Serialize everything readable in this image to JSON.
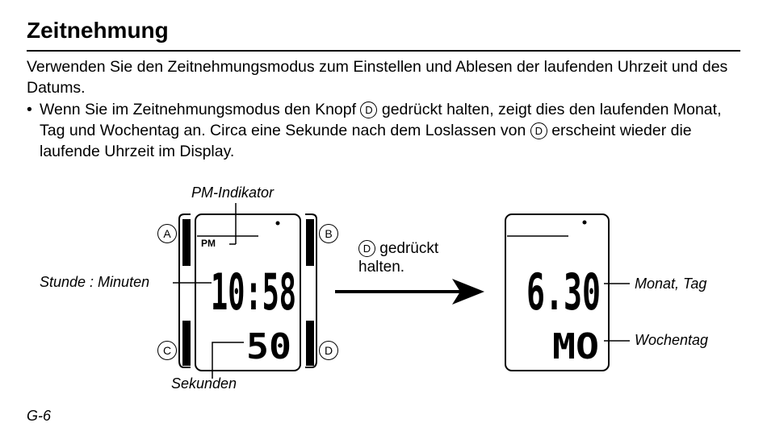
{
  "title": "Zeitnehmung",
  "intro": "Verwenden Sie den Zeitnehmungsmodus zum Einstellen und Ablesen der laufenden Uhrzeit und des Datums.",
  "bullet": {
    "marker": "•",
    "part1": "Wenn Sie im Zeitnehmungsmodus den Knopf ",
    "button1": "D",
    "part2": " gedrückt halten, zeigt dies den laufenden Monat, Tag und Wochentag an. Circa eine Sekunde nach dem Loslassen von ",
    "button2": "D",
    "part3": " erscheint wieder die laufende Uhrzeit im Display."
  },
  "left_watch": {
    "buttons": [
      "A",
      "B",
      "C",
      "D"
    ],
    "pm_indicator_text": "PM",
    "time": "10:58",
    "seconds": "50",
    "labels": {
      "pm": "PM-Indikator",
      "hour_minute": "Stunde : Minuten",
      "seconds": "Sekunden"
    }
  },
  "instruction": {
    "button": "D",
    "line1": "gedrückt",
    "line2": "halten."
  },
  "right_watch": {
    "date": "6.30",
    "weekday": "MO",
    "labels": {
      "month_day": "Monat, Tag",
      "weekday": "Wochentag"
    }
  },
  "footer": "G-6"
}
